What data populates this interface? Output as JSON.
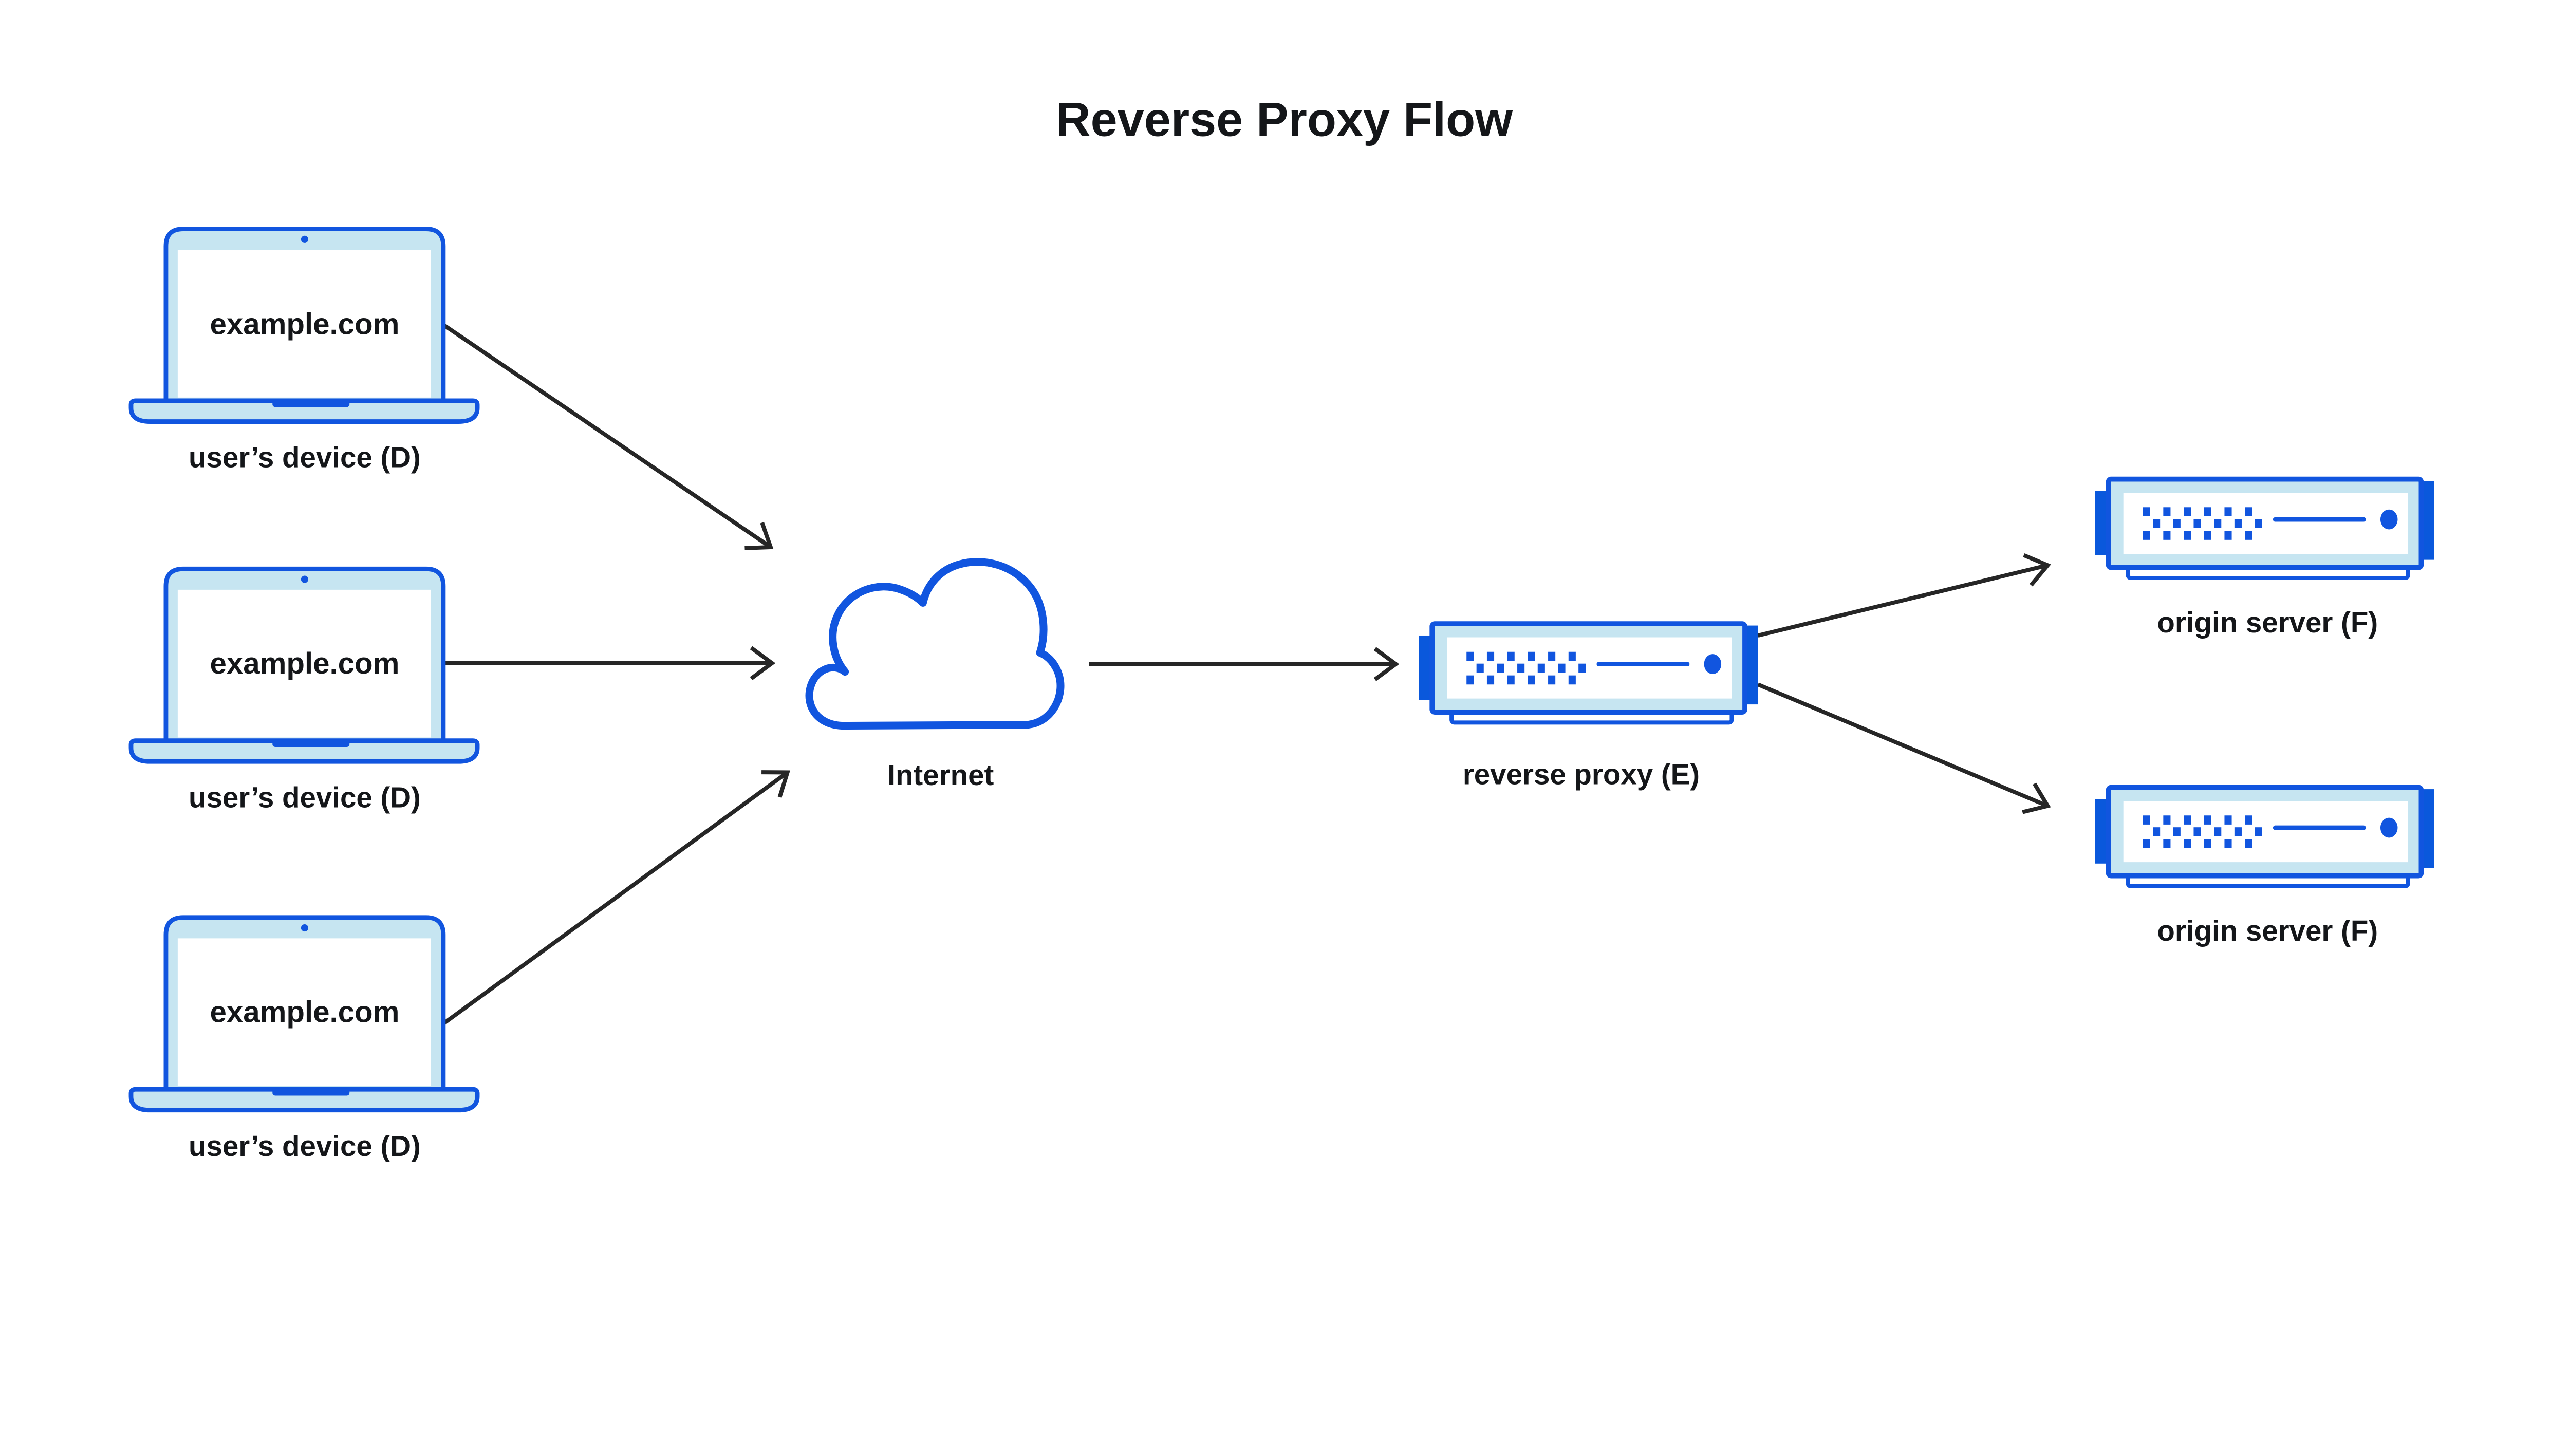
{
  "title": "Reverse Proxy Flow",
  "nodes": {
    "devices": [
      {
        "id": "D1",
        "screen_text": "example.com",
        "label": "user’s device (D)"
      },
      {
        "id": "D2",
        "screen_text": "example.com",
        "label": "user’s device (D)"
      },
      {
        "id": "D3",
        "screen_text": "example.com",
        "label": "user’s device (D)"
      }
    ],
    "internet": {
      "label": "Internet"
    },
    "reverse_proxy": {
      "label": "reverse proxy (E)"
    },
    "origin_servers": [
      {
        "label": "origin server (F)"
      },
      {
        "label": "origin server (F)"
      }
    ]
  },
  "connections": [
    {
      "from": "user’s device (D) #1",
      "to": "Internet"
    },
    {
      "from": "user’s device (D) #2",
      "to": "Internet"
    },
    {
      "from": "user’s device (D) #3",
      "to": "Internet"
    },
    {
      "from": "Internet",
      "to": "reverse proxy (E)"
    },
    {
      "from": "reverse proxy (E)",
      "to": "origin server (F) #1"
    },
    {
      "from": "reverse proxy (E)",
      "to": "origin server (F) #2"
    }
  ],
  "colors": {
    "background": "#ffffff",
    "outline_blue": "#1155df",
    "tab_blue": "#0a58dc",
    "light_blue": "#c6e5f1",
    "accent_blue": "#1155df",
    "arrow_dark": "#262626",
    "text_dark": "#141619"
  }
}
